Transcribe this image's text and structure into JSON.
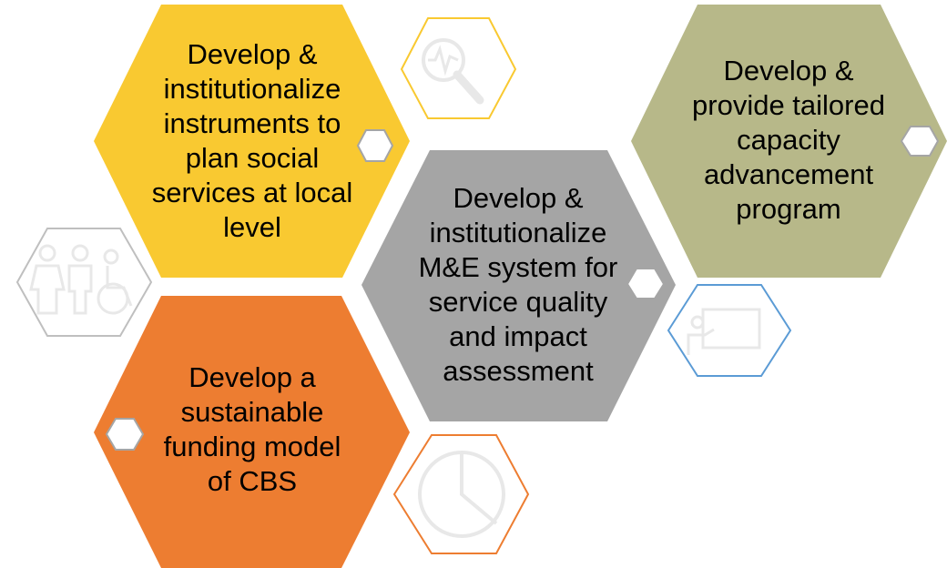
{
  "hexagons": [
    {
      "id": "plan",
      "color": "#F9C931",
      "lines": [
        "Develop &",
        "institutionalize",
        "instruments to",
        "plan social",
        "services at local",
        "level"
      ]
    },
    {
      "id": "monitoring",
      "color": "#A5A5A5",
      "lines": [
        "Develop &",
        "institutionalize",
        "M&E system for",
        "service quality",
        "and impact",
        "assessment"
      ]
    },
    {
      "id": "capacity",
      "color": "#B7B889",
      "lines": [
        "Develop &",
        "provide tailored",
        "capacity",
        "advancement",
        "program"
      ]
    },
    {
      "id": "funding",
      "color": "#ED7D31",
      "lines": [
        "Develop a",
        "sustainable",
        "funding model",
        "of CBS"
      ]
    }
  ],
  "icons": [
    {
      "id": "search-icon",
      "stroke": "#F9C931"
    },
    {
      "id": "people-icon",
      "stroke": "#BFBFBF"
    },
    {
      "id": "presentation-icon",
      "stroke": "#5B9BD5"
    },
    {
      "id": "pie-chart-icon",
      "stroke": "#ED7D31"
    }
  ],
  "connector_color": "#A5A5A5"
}
